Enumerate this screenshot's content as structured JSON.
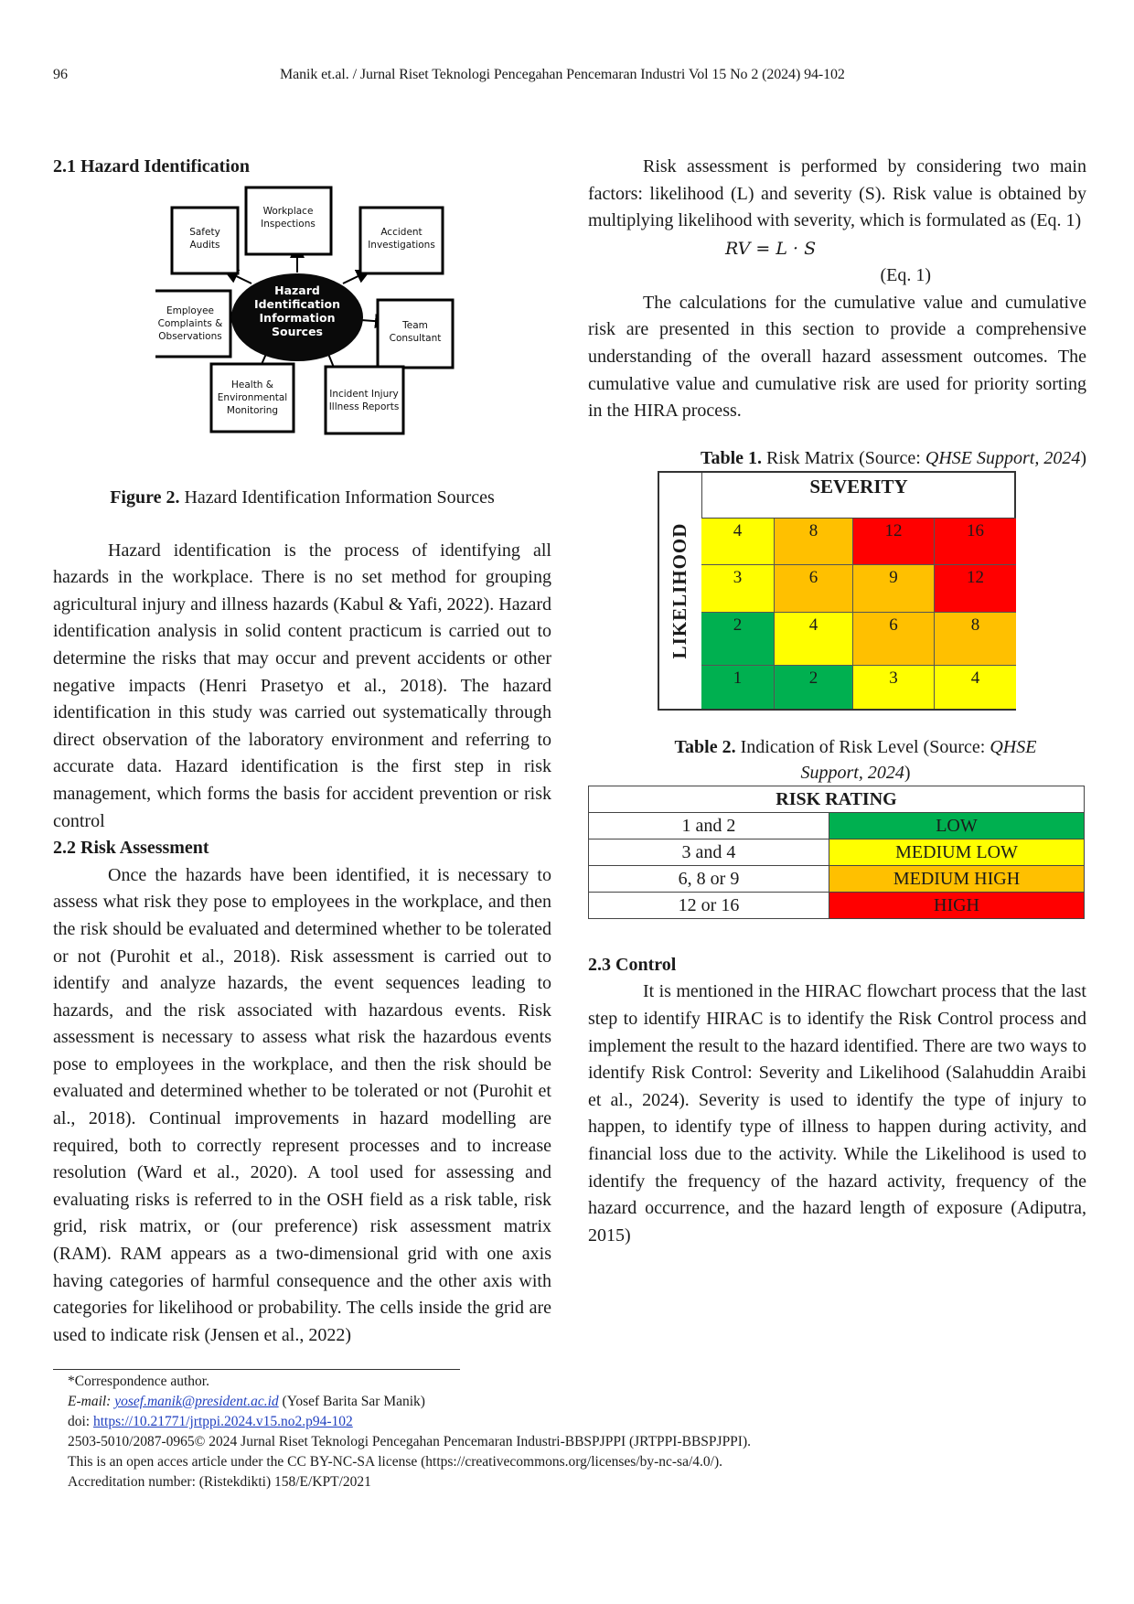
{
  "header": {
    "page_number": "96",
    "running_title": "Manik et.al. / Jurnal Riset Teknologi Pencegahan Pencemaran Industri Vol 15 No 2 (2024) 94-102"
  },
  "section_2_1": {
    "heading": "2.1 Hazard Identification",
    "paragraph": "Hazard identification is the process of identifying all hazards in the workplace. There is no set method for grouping agricultural injury and illness hazards (Kabul & Yafi, 2022). Hazard identification analysis in solid content practicum is carried out to determine the risks that may occur and prevent accidents or other negative impacts (Henri Prasetyo et al., 2018). The hazard identification in this study was carried out systematically through direct observation of the laboratory environment and referring to accurate data. Hazard identification is the first step in risk management, which forms the basis for accident prevention or risk control"
  },
  "figure_2": {
    "label": "Figure 2.",
    "caption": " Hazard Identification Information Sources",
    "center": [
      "Hazard",
      "Identification",
      "Information",
      "Sources"
    ],
    "nodes": [
      {
        "id": "workplace",
        "lines": [
          "Workplace",
          "Inspections"
        ]
      },
      {
        "id": "safety",
        "lines": [
          "Safety",
          "Audits"
        ]
      },
      {
        "id": "accident",
        "lines": [
          "Accident",
          "Investigations"
        ]
      },
      {
        "id": "employee",
        "lines": [
          "Employee",
          "Complaints &",
          "Observations"
        ]
      },
      {
        "id": "team",
        "lines": [
          "Team",
          "Consultant"
        ]
      },
      {
        "id": "health",
        "lines": [
          "Health &",
          "Environmental",
          "Monitoring"
        ]
      },
      {
        "id": "incident",
        "lines": [
          "Incident Injury",
          "Illness Reports"
        ]
      }
    ]
  },
  "section_2_2": {
    "heading": "2.2 Risk Assessment",
    "paragraph": "Once the hazards have been identified, it is necessary to assess what risk they pose to employees in the workplace, and then the risk should be evaluated and determined whether to be tolerated or not (Purohit et al., 2018). Risk assessment is carried out to identify and analyze hazards, the event sequences leading to hazards, and the risk associated with hazardous events. Risk assessment is necessary to assess what risk the hazardous events pose to employees in the workplace, and then the risk should be evaluated and determined whether to be tolerated or not (Purohit et al., 2018). Continual improvements in hazard modelling are required, both to correctly represent processes and to increase resolution (Ward et al., 2020). A tool used for assessing and evaluating risks is referred to in the OSH field as a risk table, risk grid, risk matrix, or (our preference) risk assessment matrix (RAM). RAM appears as a two-dimensional grid with one axis having categories of harmful consequence and the other axis with categories for likelihood or probability. The cells inside the grid are used to indicate risk (Jensen et al., 2022)"
  },
  "right_column": {
    "intro_paragraph": "Risk assessment is performed by considering two main factors: likelihood (L) and severity (S). Risk value is obtained by multiplying likelihood with severity, which is formulated as (Eq. 1)",
    "equation": "RV = L · S",
    "equation_label": "(Eq. 1)",
    "cumulative_paragraph": "The calculations for the cumulative value and cumulative risk are presented in this section to provide a comprehensive understanding of the overall hazard assessment outcomes. The cumulative value and cumulative risk are used for priority sorting in the HIRA process."
  },
  "table_1": {
    "label": "Table 1.",
    "caption_text": " Risk Matrix (Source: ",
    "caption_source": "QHSE Support, 2024",
    "caption_end": ")",
    "col_header": "SEVERITY",
    "row_header": "LIKELIHOOD",
    "rows": [
      [
        {
          "v": "4",
          "c": "#ffff00"
        },
        {
          "v": "8",
          "c": "#ffc000"
        },
        {
          "v": "12",
          "c": "#ff0000"
        },
        {
          "v": "16",
          "c": "#ff0000"
        }
      ],
      [
        {
          "v": "3",
          "c": "#ffff00"
        },
        {
          "v": "6",
          "c": "#ffc000"
        },
        {
          "v": "9",
          "c": "#ffc000"
        },
        {
          "v": "12",
          "c": "#ff0000"
        }
      ],
      [
        {
          "v": "2",
          "c": "#00b050"
        },
        {
          "v": "4",
          "c": "#ffff00"
        },
        {
          "v": "6",
          "c": "#ffc000"
        },
        {
          "v": "8",
          "c": "#ffc000"
        }
      ],
      [
        {
          "v": "1",
          "c": "#00b050"
        },
        {
          "v": "2",
          "c": "#00b050"
        },
        {
          "v": "3",
          "c": "#ffff00"
        },
        {
          "v": "4",
          "c": "#ffff00"
        }
      ]
    ]
  },
  "table_2": {
    "label": "Table 2.",
    "caption_text": " Indication of Risk Level (Source: ",
    "caption_source_1": "QHSE",
    "caption_source_2": "Support, 2024",
    "caption_end": ")",
    "header": "RISK RATING",
    "rows": [
      {
        "range": "1 and 2",
        "level": "LOW",
        "color": "#00b050"
      },
      {
        "range": "3 and 4",
        "level": "MEDIUM LOW",
        "color": "#ffff00"
      },
      {
        "range": "6, 8 or 9",
        "level": "MEDIUM HIGH",
        "color": "#ffc000"
      },
      {
        "range": "12 or 16",
        "level": "HIGH",
        "color": "#ff0000"
      }
    ]
  },
  "section_2_3": {
    "heading": "2.3 Control",
    "paragraph": "It is mentioned in the HIRAC flowchart process that the last step to identify HIRAC is to identify the Risk Control process and implement the result to the hazard identified. There are two ways to identify Risk Control: Severity and Likelihood (Salahuddin Araibi et al., 2024). Severity is used to identify the type of injury to happen, to identify type of illness to happen during activity, and financial loss due to the activity. While the Likelihood is used to identify the frequency of the hazard activity, frequency of the hazard occurrence, and the hazard length of exposure (Adiputra, 2015)"
  },
  "footnote": {
    "correspondence": "*Correspondence author.",
    "email_label": "E-mail: ",
    "email": "yosef.manik@president.ac.id",
    "email_name": " (Yosef Barita Sar Manik)",
    "doi_label": "doi: ",
    "doi": "https://10.21771/jrtppi.2024.v15.no2.p94-102",
    "copyright": "2503-5010/2087-0965© 2024 Jurnal Riset Teknologi Pencegahan Pencemaran Industri-BBSPJPPI (JRTPPI-BBSPJPPI).",
    "license": "This is an open acces article under the CC BY-NC-SA license (https://creativecommons.org/licenses/by-nc-sa/4.0/).",
    "accreditation": "Accreditation number: (Ristekdikti) 158/E/KPT/2021"
  }
}
